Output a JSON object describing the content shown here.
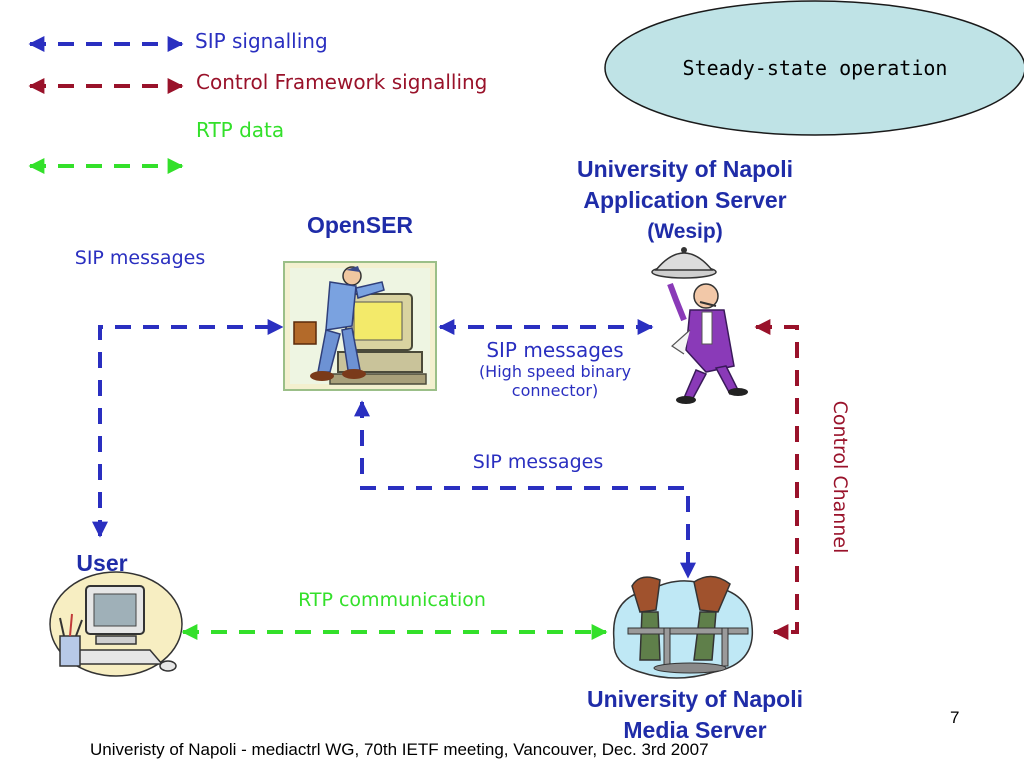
{
  "legend": {
    "sip": "SIP signalling",
    "control": "Control Framework signalling",
    "rtp": "RTP data"
  },
  "badge": {
    "text": "Steady-state operation"
  },
  "nodes": {
    "openser": "OpenSER",
    "app_server_line1": "University of Napoli",
    "app_server_line2": "Application Server",
    "app_server_line3": "(Wesip)",
    "user": "User",
    "media_server_line1": "University of Napoli",
    "media_server_line2": "Media Server"
  },
  "edges": {
    "user_openser": "SIP messages",
    "openser_app_line1": "SIP messages",
    "openser_app_line2": "(High speed binary",
    "openser_app_line3": "connector)",
    "openser_media": "SIP messages",
    "user_media": "RTP communication",
    "control_channel": "Control Channel"
  },
  "footer": {
    "text": "Univeristy of Napoli - mediactrl WG, 70th IETF meeting, Vancouver, Dec. 3rd 2007",
    "page_number": "7"
  },
  "colors": {
    "sip": "#2a2fc0",
    "control": "#99122a",
    "rtp": "#33e02a",
    "title_blue": "#1f2ca8",
    "ellipse_fill": "#bfe3e6"
  },
  "icons": {
    "openser": "worker-at-computer-icon",
    "app_server": "waiter-with-tray-icon",
    "user": "desktop-computer-icon",
    "media_server": "media-server-icon"
  }
}
